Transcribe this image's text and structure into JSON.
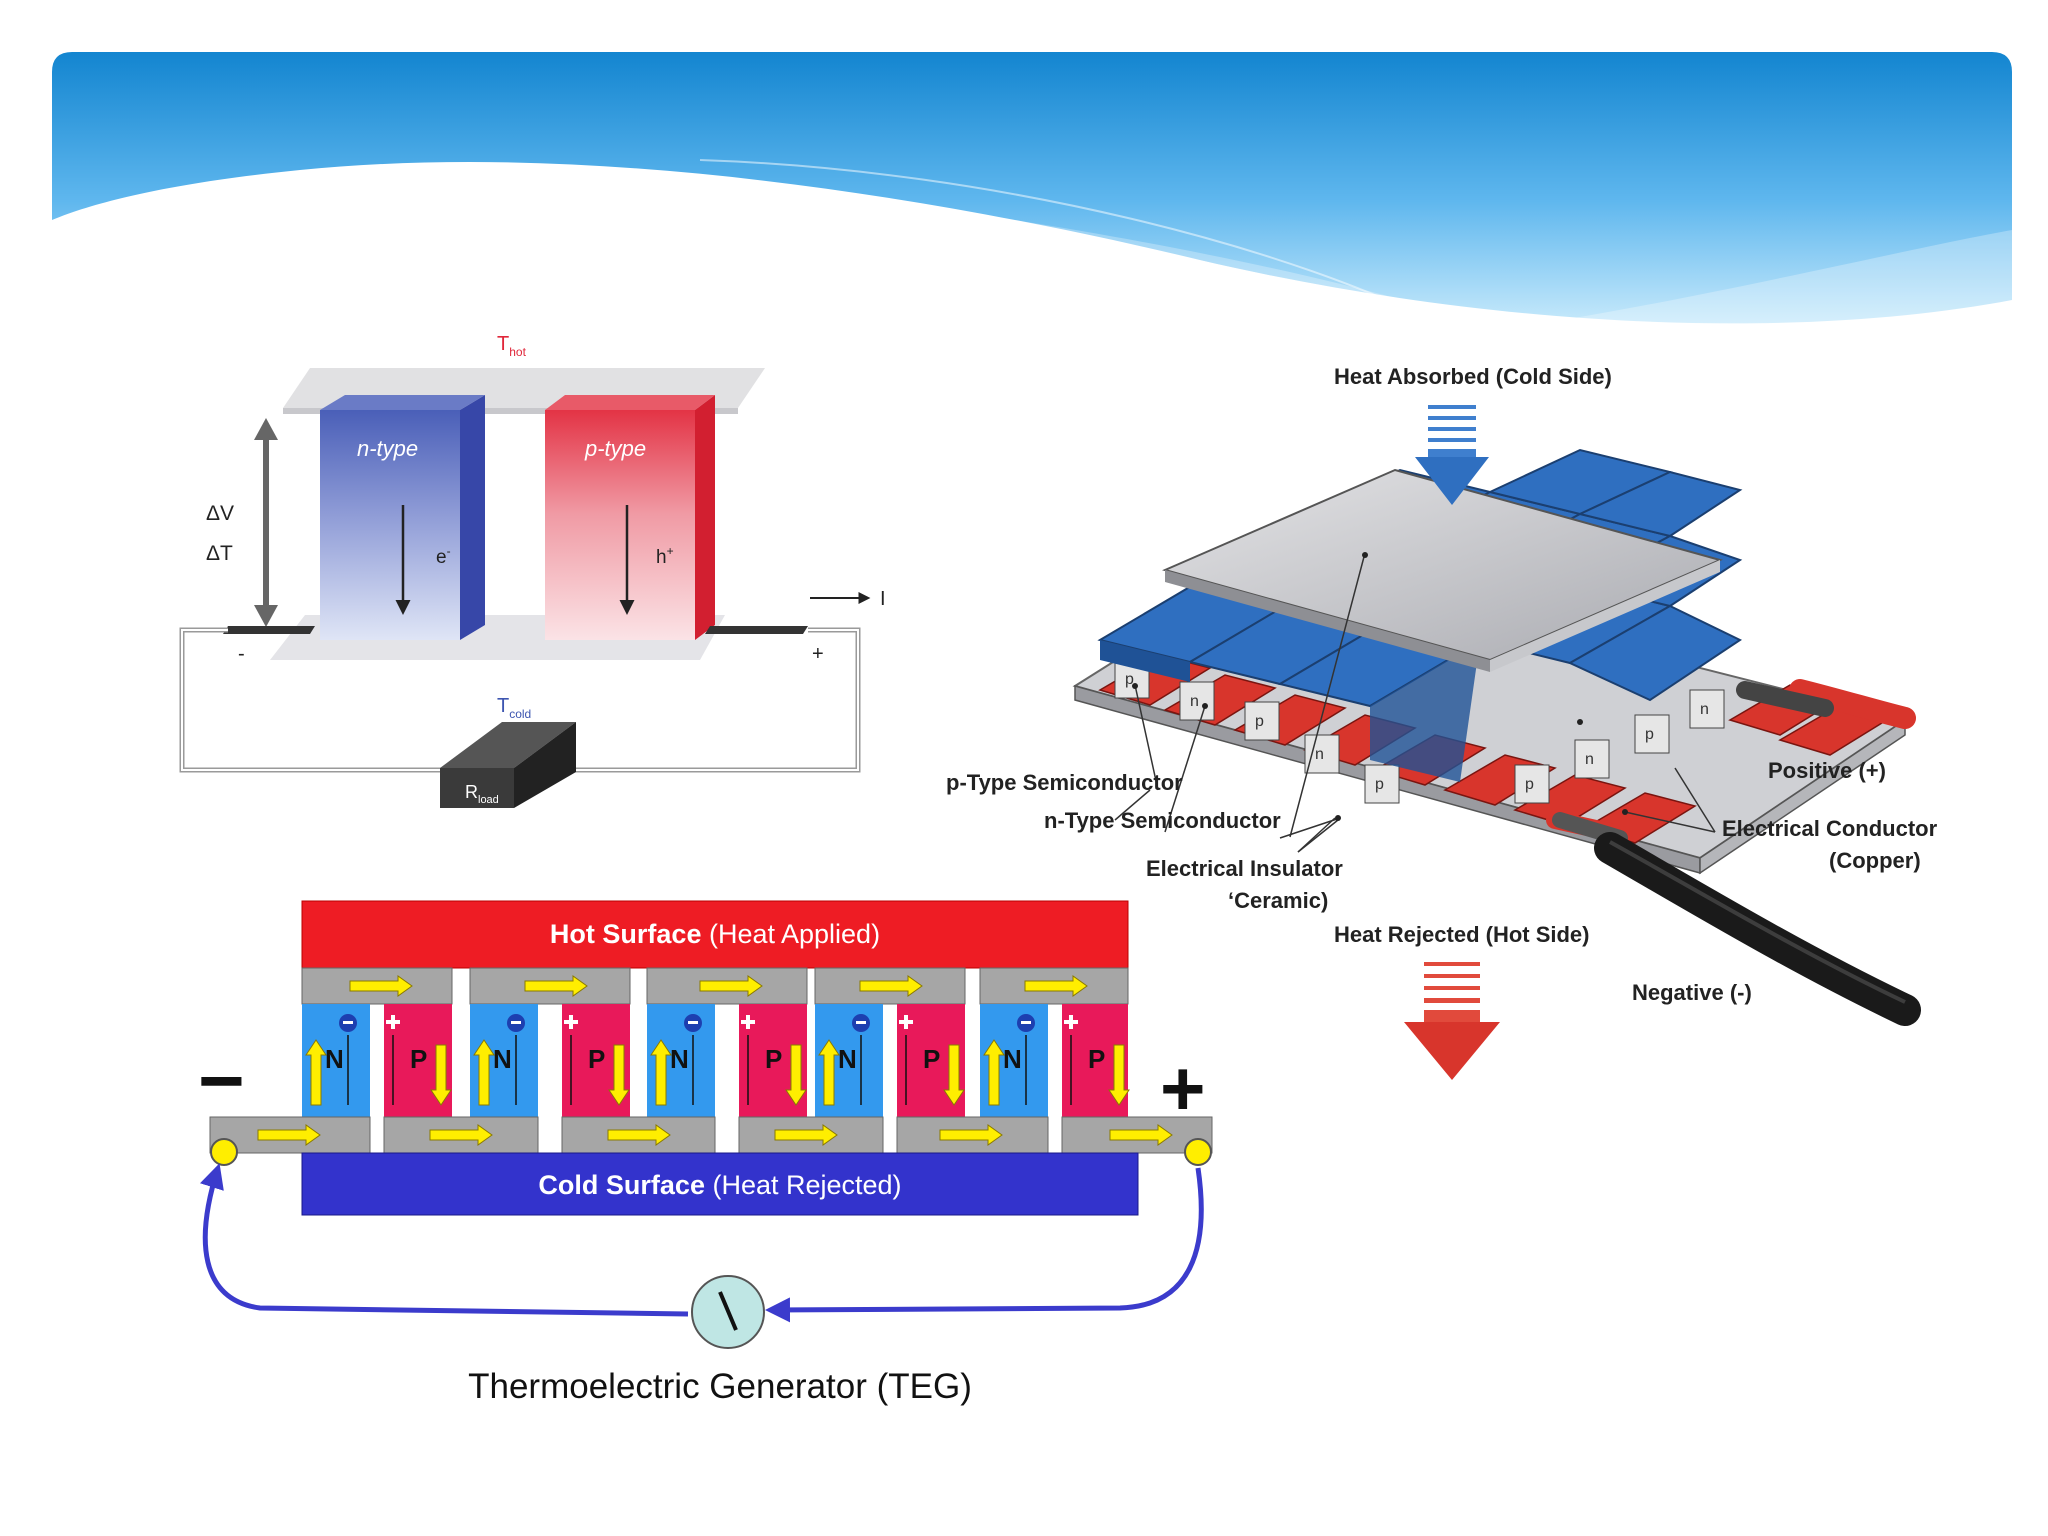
{
  "banner": {
    "gradient_top": "#1a8fd6",
    "gradient_bottom": "#bfe6fb"
  },
  "fig_left_top": {
    "t_hot": "T",
    "t_hot_sub": "hot",
    "t_cold": "T",
    "t_cold_sub": "cold",
    "n_label": "n-type",
    "p_label": "p-type",
    "dv": "ΔV",
    "dt": "ΔT",
    "electron": "e",
    "electron_sup": "-",
    "hole": "h",
    "hole_sup": "+",
    "current": "I",
    "minus": "-",
    "plus": "+",
    "rload": "R",
    "rload_sub": "load",
    "n_color": "#3d55b0",
    "p_color": "#e0273a"
  },
  "fig_right": {
    "heat_absorbed": "Heat Absorbed (Cold Side)",
    "heat_rejected": "Heat Rejected (Hot Side)",
    "p_semi": "p-Type Semiconductor",
    "n_semi": "n-Type Semiconductor",
    "insulator_1": "Electrical Insulator",
    "insulator_2": "‘Ceramic)",
    "positive": "Positive (+)",
    "conductor_1": "Electrical Conductor",
    "conductor_2": "(Copper)",
    "negative": "Negative (-)",
    "leg_p": "p",
    "leg_n": "n",
    "plate_color": "#2f6fc0",
    "copper_color": "#d8352c"
  },
  "fig_teg": {
    "hot_bold": "Hot Surface",
    "hot_rest": " (Heat Applied)",
    "cold_bold": "Cold Surface",
    "cold_rest": " (Heat Rejected)",
    "n_leg": "N",
    "p_leg": "P",
    "minus_sign": "−",
    "plus_sign": "+",
    "caption": "Thermoelectric Generator (TEG)",
    "hot_color": "#ee1c24",
    "cold_color": "#3333cc",
    "n_color": "#3399ee",
    "p_color": "#e8195a",
    "arrow_color": "#ffee00",
    "wire_color": "#3b3bcc"
  }
}
